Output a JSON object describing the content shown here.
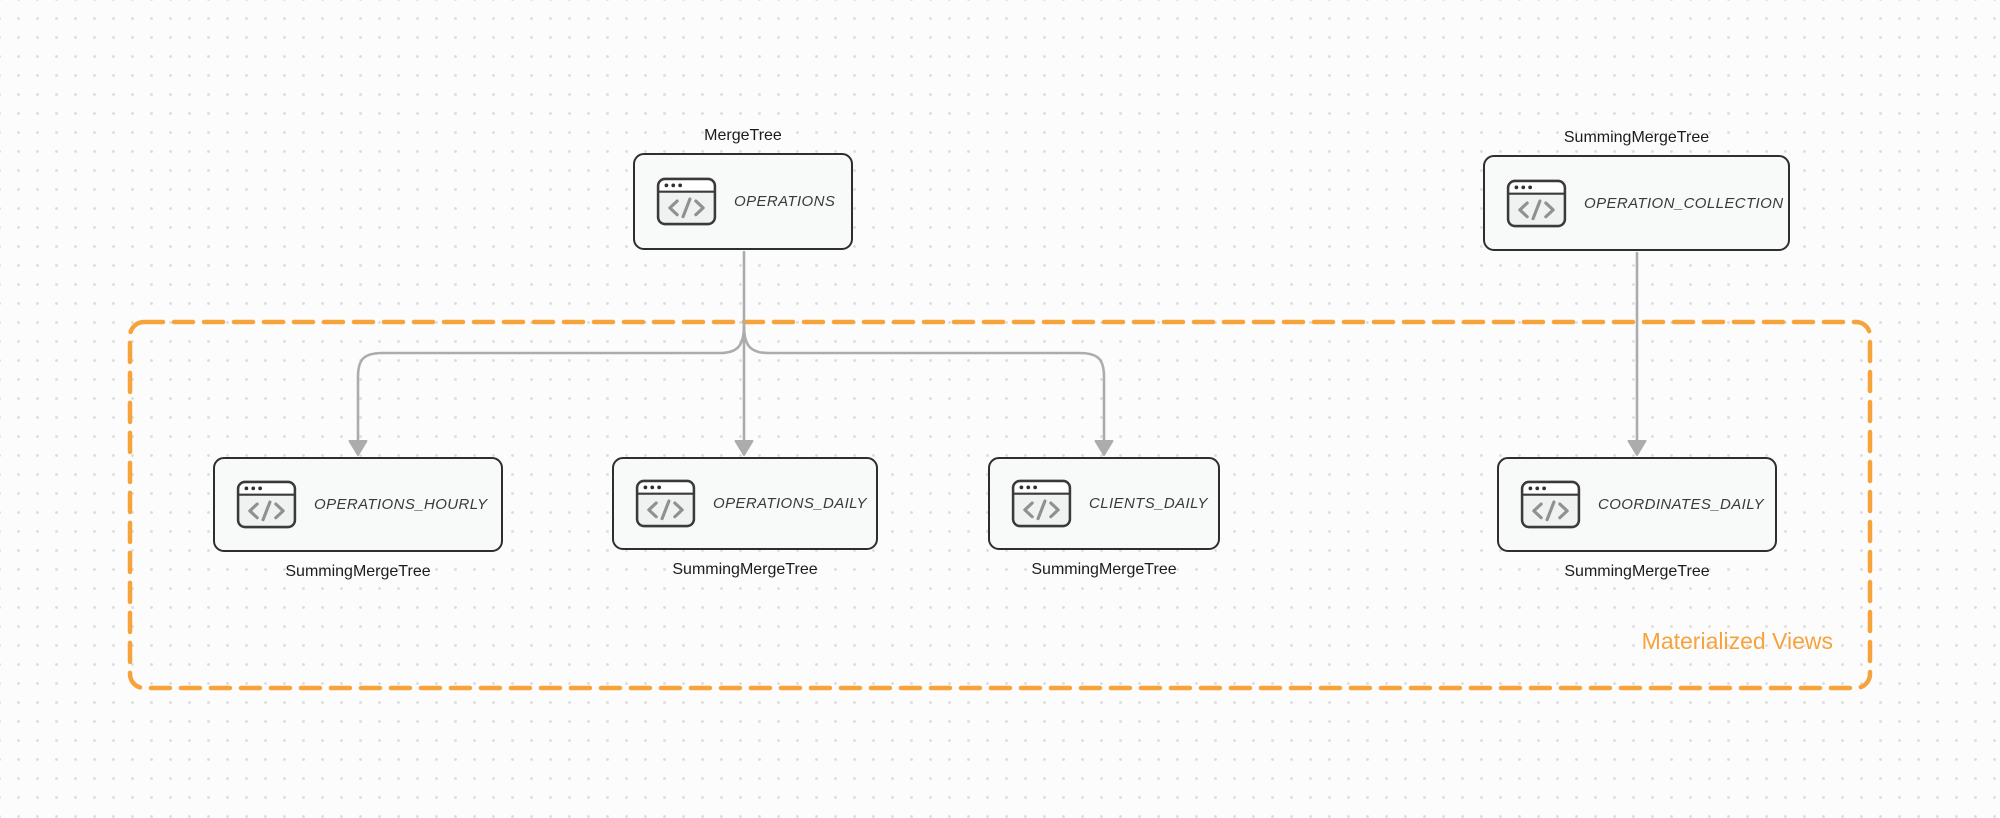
{
  "theme": {
    "accent_orange": "#F7A33C",
    "arrow_gray": "#ACACAC",
    "node_border": "#2E2E2E",
    "node_fill": "#F8F9F9",
    "canvas_bg": "#FCFCFC",
    "dot_color": "#DCDCDC"
  },
  "groups": {
    "materialized_views": {
      "label": "Materialized Views"
    }
  },
  "nodes": [
    {
      "id": "operations",
      "label": "OPERATIONS",
      "engine": "MergeTree",
      "icon": "code-window-icon"
    },
    {
      "id": "operation-collection",
      "label": "OPERATION_COLLECTION",
      "engine": "SummingMergeTree",
      "icon": "code-window-icon"
    },
    {
      "id": "operations-hourly",
      "label": "OPERATIONS_HOURLY",
      "engine": "SummingMergeTree",
      "icon": "code-window-icon"
    },
    {
      "id": "operations-daily",
      "label": "OPERATIONS_DAILY",
      "engine": "SummingMergeTree",
      "icon": "code-window-icon"
    },
    {
      "id": "clients-daily",
      "label": "CLIENTS_DAILY",
      "engine": "SummingMergeTree",
      "icon": "code-window-icon"
    },
    {
      "id": "coordinates-daily",
      "label": "COORDINATES_DAILY",
      "engine": "SummingMergeTree",
      "icon": "code-window-icon"
    }
  ]
}
